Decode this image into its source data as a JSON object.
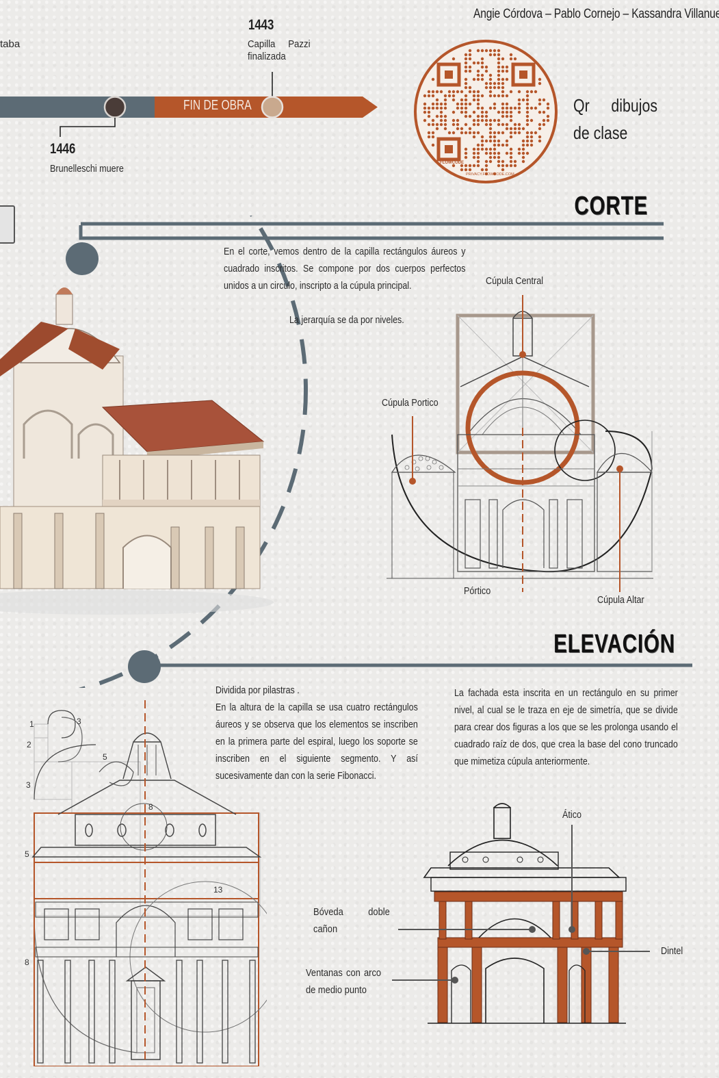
{
  "authors": "Angie Córdova – Pablo Cornejo – Kassandra Villanueva",
  "timeline": {
    "cut_left_text": "taba",
    "event_1443": {
      "year": "1443",
      "text": "Capilla Pazzi finalizada"
    },
    "event_1446": {
      "year": "1446",
      "text": "Brunelleschi muere"
    },
    "band_label": "FIN DE OBRA"
  },
  "qr": {
    "label": "Qr dibujos de clase",
    "logo_text": "FLOWCODE",
    "ring_text": "PRIVACY.FLOWCODE.COM"
  },
  "corte": {
    "title": "CORTE",
    "paragraph_1": "En el corte, vemos dentro de la capilla rectángulos áureos y cuadrado inscritos. Se compone por dos cuerpos perfectos unidos a un circulo, inscripto a la cúpula principal.",
    "paragraph_2": "La jerarquía se da por niveles.",
    "labels": {
      "cupula_central": "Cúpula Central",
      "cupula_portico": "Cúpula Portico",
      "portico": "Pórtico",
      "cupula_altar": "Cúpula Altar"
    }
  },
  "elevacion": {
    "title": "ELEVACIÓN",
    "paragraph_left": "Dividida por pilastras .\nEn la altura de la capilla se usa cuatro rectángulos áureos y se observa que los elementos se inscriben en la primera parte del espiral, luego los soporte se inscriben en el siguiente segmento. Y así sucesivamente dan con la serie Fibonacci.",
    "paragraph_right": "La fachada esta inscrita en un rectángulo en su primer nivel, al cual se le traza en eje de simetría, que se divide para crear dos figuras a los que se les prolonga usando el cuadrado raíz de dos, que crea la base del cono truncado que mimetiza cúpula anteriormente.",
    "fibonacci_numbers": [
      "1",
      "2",
      "3",
      "3",
      "5",
      "5",
      "8",
      "8",
      "13"
    ],
    "labels": {
      "atico": "Ático",
      "boveda": "Bóveda doble cañon",
      "dintel": "Dintel",
      "ventanas": "Ventanas con arco de medio punto"
    }
  },
  "colors": {
    "accent": "#b5562a",
    "slate": "#5c6b75",
    "tan": "#c9a98e"
  }
}
